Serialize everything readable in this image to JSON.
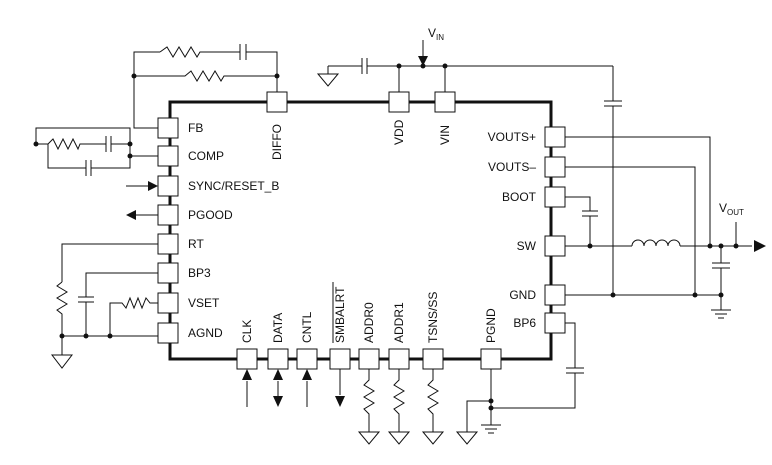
{
  "pins": {
    "fb": "FB",
    "comp": "COMP",
    "sync_reset_b": "SYNC/RESET_B",
    "pgood": "PGOOD",
    "rt": "RT",
    "bp3": "BP3",
    "vset": "VSET",
    "agnd": "AGND",
    "diffo": "DIFFO",
    "vdd": "VDD",
    "vin": "VIN",
    "vouts_plus": "VOUTS+",
    "vouts_minus": "VOUTS–",
    "boot": "BOOT",
    "sw": "SW",
    "gnd": "GND",
    "bp6": "BP6",
    "clk": "CLK",
    "data": "DATA",
    "cntl": "CNTL",
    "smbalrt": "SMBALRT",
    "addr0": "ADDR0",
    "addr1": "ADDR1",
    "tsns_ss": "TSNS/SS",
    "pgnd": "PGND"
  },
  "nets": {
    "vin_main": "V",
    "vin_sub": "IN",
    "vout_main": "V",
    "vout_sub": "OUT"
  },
  "colors": {
    "line": "#111111",
    "background": "#ffffff"
  }
}
